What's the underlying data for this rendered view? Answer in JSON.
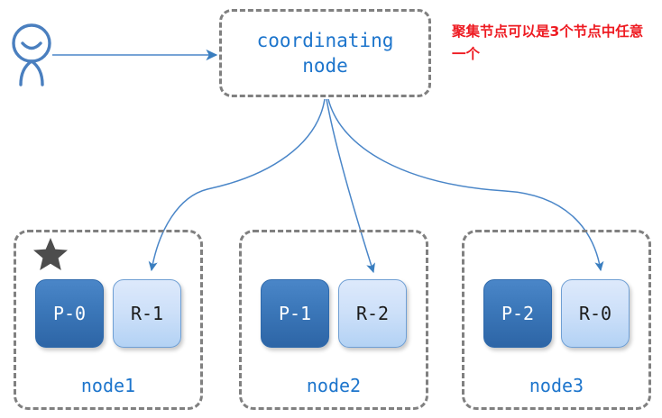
{
  "diagram": {
    "title": "coordinating node routing diagram",
    "colors": {
      "accent_blue": "#1d75cc",
      "primary_shard": "#2d65a6",
      "replica_shard": "#cde0f9",
      "group_border": "#808080",
      "annotation_red": "#ee1b22",
      "star": "#4d4d4d"
    }
  },
  "actor": {
    "icon": "user-stick-figure-icon",
    "label": ""
  },
  "request_arrow": {
    "icon": "arrow-right-icon",
    "label": ""
  },
  "coordinating_node": {
    "label": "coordinating\nnode",
    "border_style": "dash-dot"
  },
  "annotation": {
    "text": "聚集节点可以是3个节点中任意一个",
    "color": "#ee1b22"
  },
  "nodes": [
    {
      "name": "node1",
      "starred": true,
      "star_icon": "star-icon",
      "shards": [
        {
          "label": "P-0",
          "role": "primary"
        },
        {
          "label": "R-1",
          "role": "replica"
        }
      ]
    },
    {
      "name": "node2",
      "starred": false,
      "star_icon": "",
      "shards": [
        {
          "label": "P-1",
          "role": "primary"
        },
        {
          "label": "R-2",
          "role": "replica"
        }
      ]
    },
    {
      "name": "node3",
      "starred": false,
      "star_icon": "",
      "shards": [
        {
          "label": "P-2",
          "role": "primary"
        },
        {
          "label": "R-0",
          "role": "replica"
        }
      ]
    }
  ],
  "fanout_arrows": [
    {
      "from": "coordinating-node",
      "to": "node1-replica",
      "icon": "curved-arrow-icon"
    },
    {
      "from": "coordinating-node",
      "to": "node2-replica",
      "icon": "curved-arrow-icon"
    },
    {
      "from": "coordinating-node",
      "to": "node3-replica",
      "icon": "curved-arrow-icon"
    }
  ]
}
